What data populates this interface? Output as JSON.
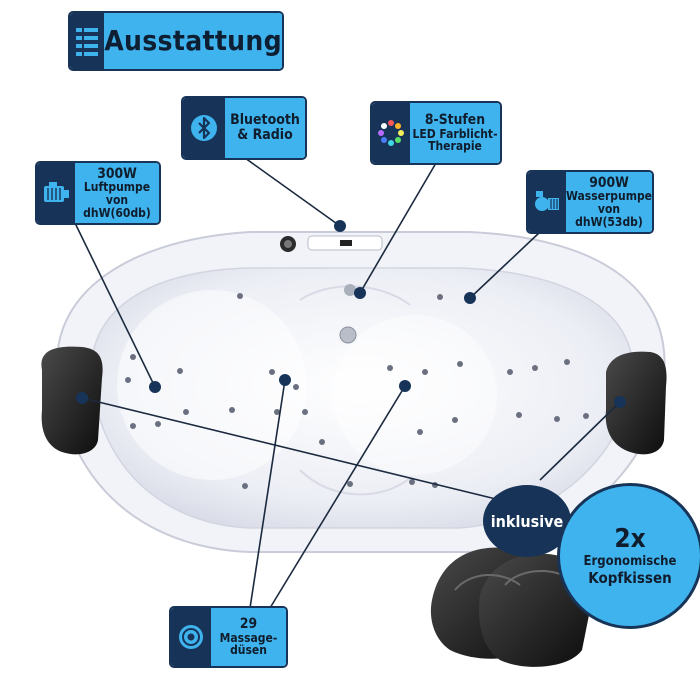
{
  "title": {
    "text": "Ausstattung",
    "icon": "list-icon"
  },
  "features": {
    "bluetooth": {
      "line1": "Bluetooth",
      "line2": "& Radio",
      "icon": "bluetooth-icon"
    },
    "led": {
      "line1": "8-Stufen",
      "line2": "LED Farblicht-",
      "line3": "Therapie",
      "icon": "led-dots-icon"
    },
    "air_pump": {
      "line1": "300W",
      "line2": "Luftpumpe",
      "line3": "von dhW(60db)",
      "icon": "air-pump-icon"
    },
    "water_pump": {
      "line1": "900W",
      "line2": "Wasserpumpe",
      "line3": "von dhW(53db)",
      "icon": "water-pump-icon"
    },
    "jets": {
      "line1": "29",
      "line2": "Massage-",
      "line3": "düsen",
      "icon": "jet-nozzle-icon"
    }
  },
  "promo": {
    "inclusive": "inklusive",
    "count": "2x",
    "line2": "Ergonomische",
    "line3": "Kopfkissen"
  },
  "colors": {
    "accent": "#3fb3ee",
    "navy": "#173458",
    "tub": "#f4f5f9"
  }
}
